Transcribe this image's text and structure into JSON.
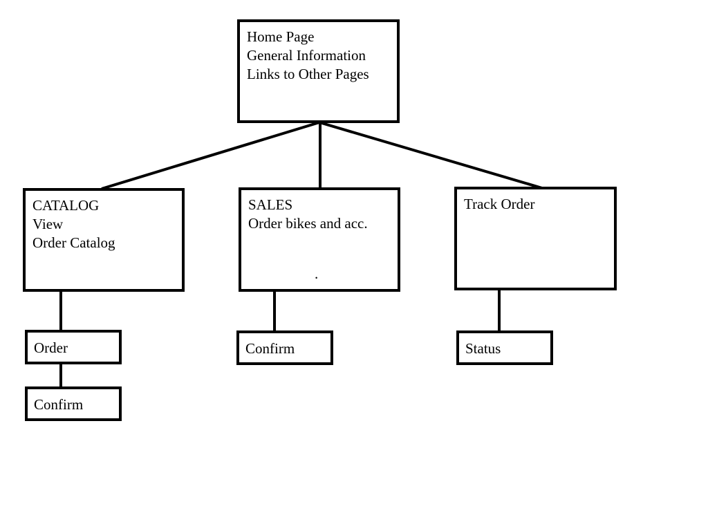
{
  "diagram": {
    "description": "Website structure flow diagram",
    "colors": {
      "line": "#000000",
      "background": "#ffffff",
      "box_fill": "#ffffff"
    },
    "boxes": {
      "home": {
        "line1": "Home Page",
        "line2": "General Information",
        "line3": "Links to Other Pages"
      },
      "catalog": {
        "line1": "CATALOG",
        "line2": "View",
        "line3": "Order Catalog"
      },
      "sales": {
        "line1": "SALES",
        "line2": "Order bikes and acc.",
        "stray_mark": "."
      },
      "track": {
        "line1": "Track Order"
      },
      "order": {
        "line1": "Order"
      },
      "catalog_confirm": {
        "line1": "Confirm"
      },
      "sales_confirm": {
        "line1": "Confirm"
      },
      "status": {
        "line1": "Status"
      }
    },
    "edges": [
      {
        "from": "home",
        "to": "catalog"
      },
      {
        "from": "home",
        "to": "sales"
      },
      {
        "from": "home",
        "to": "track"
      },
      {
        "from": "catalog",
        "to": "order"
      },
      {
        "from": "order",
        "to": "catalog_confirm"
      },
      {
        "from": "sales",
        "to": "sales_confirm"
      },
      {
        "from": "track",
        "to": "status"
      }
    ]
  }
}
